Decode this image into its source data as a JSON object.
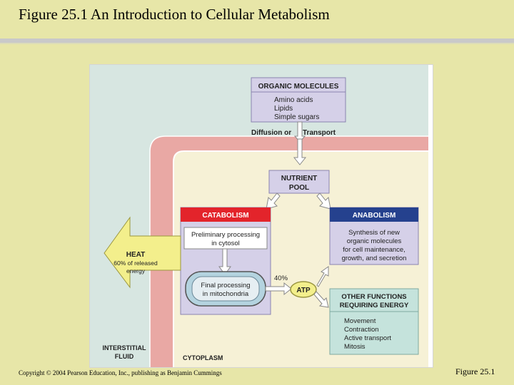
{
  "slide": {
    "title": "Figure 25.1  An Introduction to Cellular Metabolism",
    "copyright": "Copyright © 2004 Pearson Education, Inc., publishing as Benjamin Cummings",
    "figure_label": "Figure 25.1"
  },
  "diagram": {
    "organic_molecules": {
      "title": "ORGANIC MOLECULES",
      "items": [
        "Amino acids",
        "Lipids",
        "Simple sugars"
      ]
    },
    "diffusion_label": "Diffusion or",
    "transport_label": "Transport",
    "nutrient_pool": [
      "NUTRIENT",
      "POOL"
    ],
    "catabolism": {
      "title": "CATABOLISM",
      "preliminary": [
        "Preliminary processing",
        "in cytosol"
      ],
      "final": [
        "Final processing",
        "in mitochondria"
      ]
    },
    "anabolism": {
      "title": "ANABOLISM",
      "lines": [
        "Synthesis of new",
        "organic molecules",
        "for cell maintenance,",
        "growth, and secretion"
      ]
    },
    "heat": {
      "title": "HEAT",
      "lines": [
        "60% of released",
        "energy"
      ]
    },
    "percent_label": "40%",
    "atp_label": "ATP",
    "other_functions": {
      "title": [
        "OTHER FUNCTIONS",
        "REQUIRING ENERGY"
      ],
      "items": [
        "Movement",
        "Contraction",
        "Active transport",
        "Mitosis"
      ]
    },
    "interstitial_label": [
      "INTERSTITIAL",
      "FLUID"
    ],
    "cytoplasm_label": "CYTOPLASM",
    "colors": {
      "interstitial": "#d7e6e1",
      "membrane": "#e9a8a4",
      "cytoplasm": "#f6f1d6",
      "lavender": "#d5d0e8",
      "catabolism_header": "#e3242b",
      "anabolism_header": "#25418e",
      "heat_arrow": "#f3ef8c",
      "other_functions": "#c5e3dc",
      "mitochondria": "#b4d3df"
    }
  }
}
